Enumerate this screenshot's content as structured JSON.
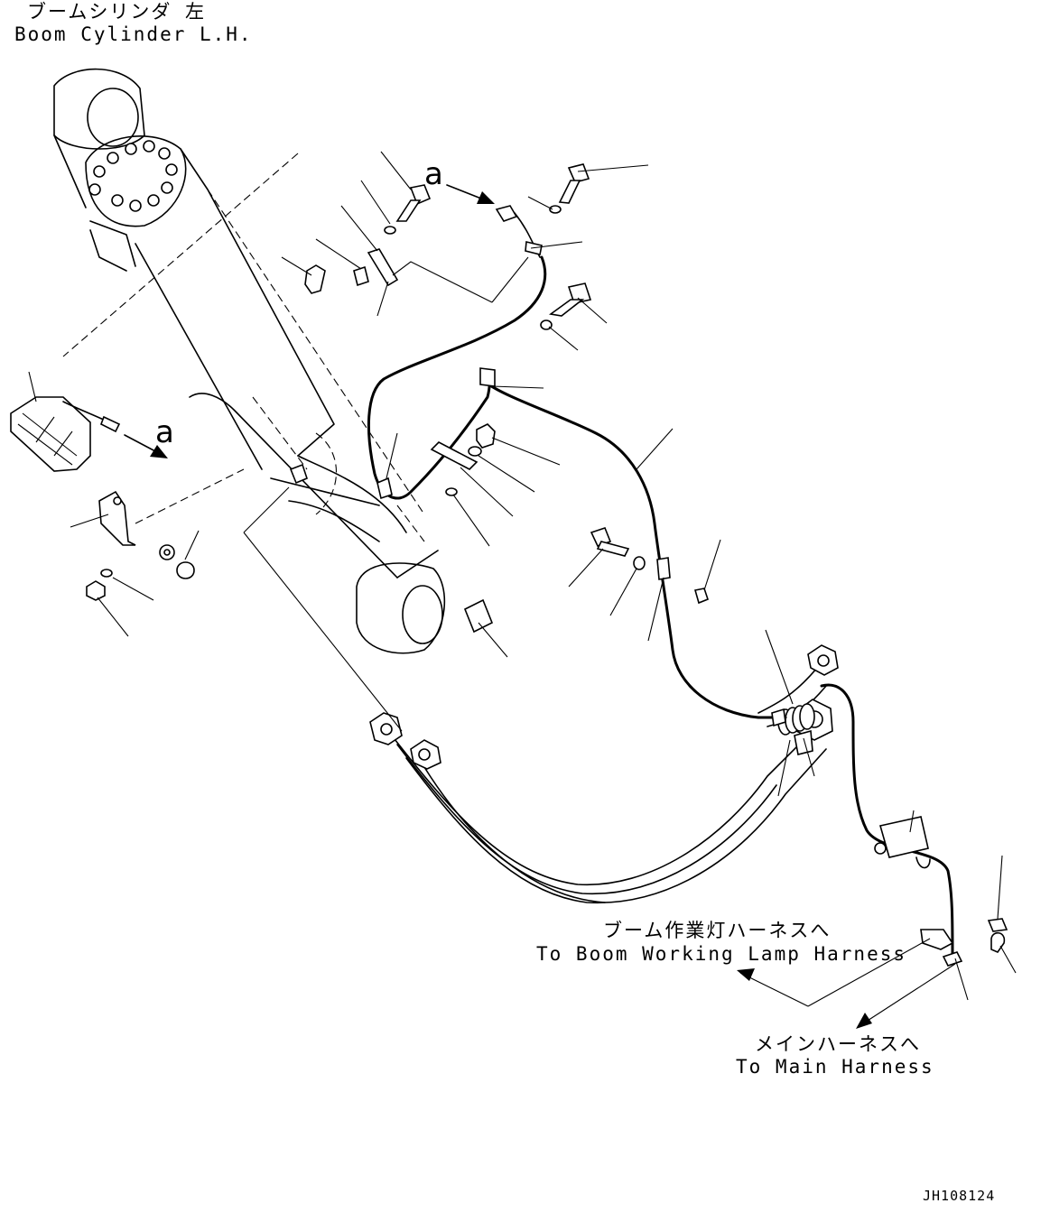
{
  "title": {
    "jp": "ブームシリンダ 左",
    "en": "Boom Cylinder L.H."
  },
  "view_marker": "a",
  "destinations": {
    "boom_lamp_jp": "ブーム作業灯ハーネスへ",
    "boom_lamp_en": "To Boom Working Lamp Harness",
    "main_jp": "メインハーネスへ",
    "main_en": "To Main Harness"
  },
  "drawing_id": "JH108124"
}
